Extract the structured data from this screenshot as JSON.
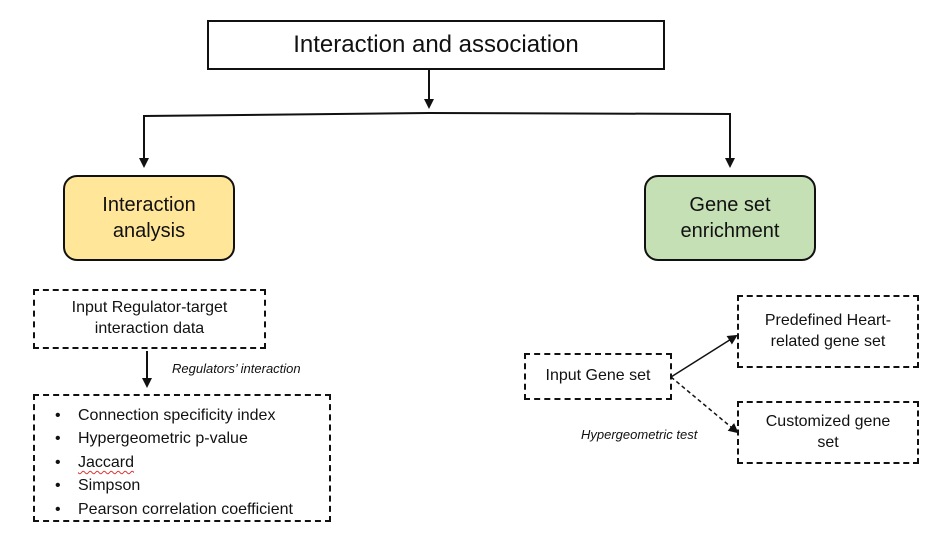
{
  "root": {
    "title": "Interaction and association"
  },
  "branches": {
    "interaction": {
      "line1": "Interaction",
      "line2": "analysis",
      "color": "#ffe699"
    },
    "gene_set": {
      "line1": "Gene set",
      "line2": "enrichment",
      "color": "#c5e0b4"
    }
  },
  "interaction_flow": {
    "input_line1": "Input Regulator-target",
    "input_line2": "interaction data",
    "edge_label": "Regulators’ interaction",
    "methods": [
      "Connection specificity index",
      "Hypergeometric p-value",
      "Jaccard",
      "Simpson",
      "Pearson correlation coefficient"
    ]
  },
  "gene_set_flow": {
    "input": "Input Gene set",
    "edge_label": "Hypergeometric test",
    "predefined_line1": "Predefined Heart-",
    "predefined_line2": "related gene set",
    "customized_line1": "Customized gene",
    "customized_line2": "set"
  }
}
